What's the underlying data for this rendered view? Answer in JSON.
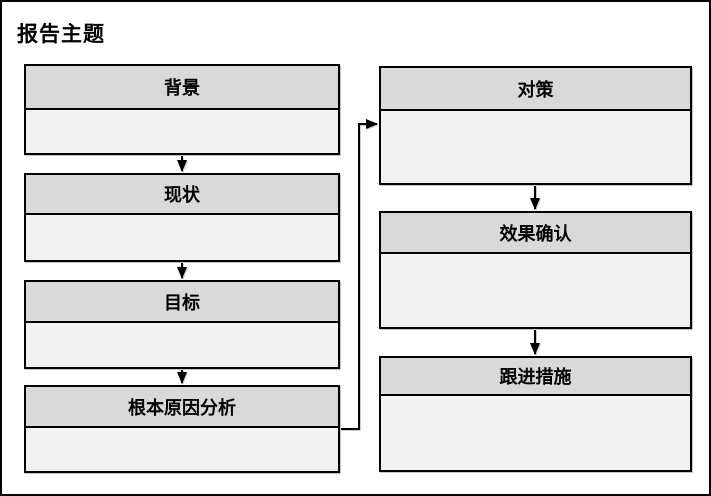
{
  "page": {
    "title": "报告主题"
  },
  "colors": {
    "background": "#ffffff",
    "border": "#000000",
    "header_fill": "#d9d9d9",
    "body_fill": "#f2f2f2",
    "connector": "#000000"
  },
  "flow": {
    "left_column": [
      {
        "id": "background",
        "label": "背景"
      },
      {
        "id": "current-state",
        "label": "现状"
      },
      {
        "id": "goal",
        "label": "目标"
      },
      {
        "id": "root-cause-analysis",
        "label": "根本原因分析"
      }
    ],
    "right_column": [
      {
        "id": "countermeasures",
        "label": "对策"
      },
      {
        "id": "effect-confirmation",
        "label": "效果确认"
      },
      {
        "id": "follow-up-actions",
        "label": "跟进措施"
      }
    ]
  }
}
